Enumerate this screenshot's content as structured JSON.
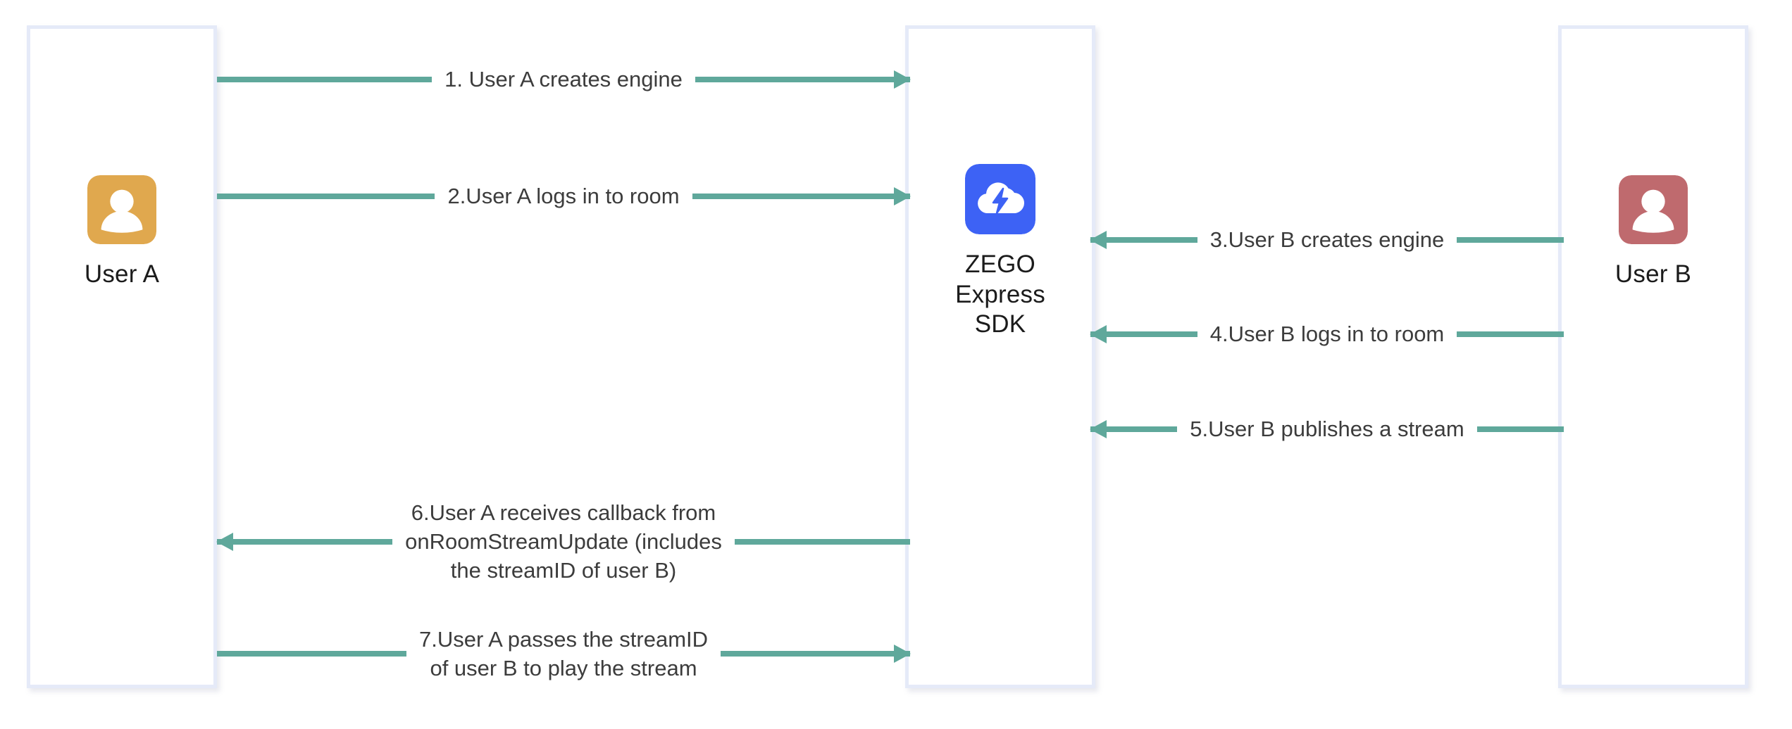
{
  "diagram": {
    "title": "ZEGO Express SDK stream publish/play sequence",
    "colors": {
      "arrow": "#5fa89b",
      "lane_border": "#e5eaf8",
      "avatar_user_a": "#e0a84e",
      "avatar_user_b": "#bf6a6e",
      "sdk_logo_bg": "#3d62f5",
      "label_text": "#3c3c3c",
      "node_text": "#1b1b1b"
    },
    "lanes": [
      {
        "id": "user-a",
        "label": "User A",
        "icon": "person-avatar-icon"
      },
      {
        "id": "sdk",
        "label": "ZEGO\nExpress\nSDK",
        "icon": "zego-cloud-logo-icon"
      },
      {
        "id": "user-b",
        "label": "User B",
        "icon": "person-avatar-icon"
      }
    ],
    "messages": [
      {
        "num": "1",
        "text": "1. User A creates engine",
        "from": "user-a",
        "to": "sdk",
        "direction": "right",
        "lines": 1
      },
      {
        "num": "2",
        "text": "2.User A logs in to room",
        "from": "user-a",
        "to": "sdk",
        "direction": "right",
        "lines": 1
      },
      {
        "num": "3",
        "text": "3.User B creates engine",
        "from": "user-b",
        "to": "sdk",
        "direction": "left",
        "lines": 1
      },
      {
        "num": "4",
        "text": "4.User B logs in to room",
        "from": "user-b",
        "to": "sdk",
        "direction": "left",
        "lines": 1
      },
      {
        "num": "5",
        "text": "5.User B publishes a stream",
        "from": "user-b",
        "to": "sdk",
        "direction": "left",
        "lines": 1
      },
      {
        "num": "6",
        "text": "6.User A receives callback from\nonRoomStreamUpdate (includes\nthe streamID of user B)",
        "from": "sdk",
        "to": "user-a",
        "direction": "left",
        "lines": 3
      },
      {
        "num": "7",
        "text": "7.User A passes the streamID\nof user B to play the stream",
        "from": "user-a",
        "to": "sdk",
        "direction": "right",
        "lines": 2
      }
    ]
  }
}
